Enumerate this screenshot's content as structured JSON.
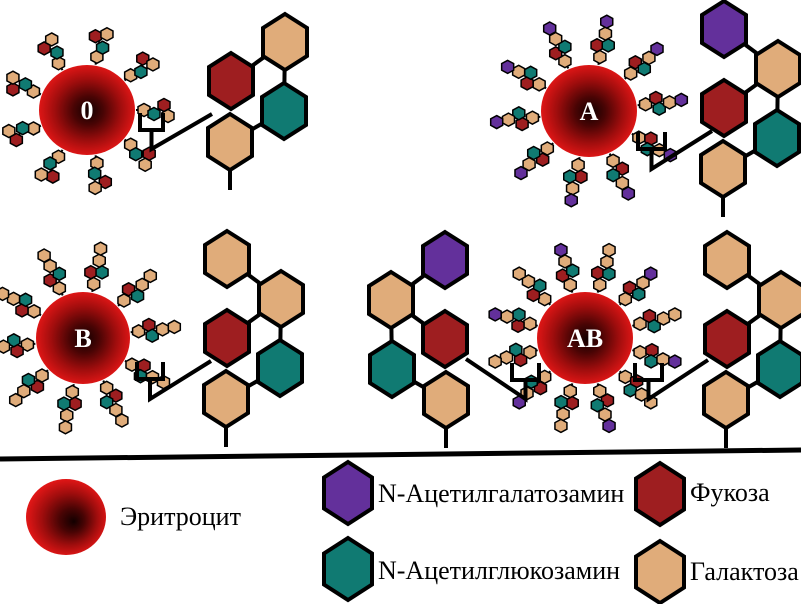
{
  "diagram": {
    "background": "#ffffff",
    "colors": {
      "outline": "#000000",
      "cell_label": "#ffffff",
      "erythrocyte_gradient": [
        "#120000",
        "#480404",
        "#9e0d0d",
        "#e01616",
        "#ec1f1f"
      ],
      "n_acetylgalactosamine": "#63309b",
      "n_acetylglucosamine": "#107a72",
      "fucose": "#9e1e20",
      "galactose": "#e0ac7a"
    },
    "chain_base_sequence": [
      "galactose",
      "fucose",
      "n_acetylglucosamine",
      "galactose"
    ],
    "blood_groups": [
      {
        "label": "0",
        "terminal_sugars": []
      },
      {
        "label": "A",
        "terminal_sugars": [
          "n_acetylgalactosamine"
        ]
      },
      {
        "label": "B",
        "terminal_sugars": [
          "galactose"
        ]
      },
      {
        "label": "AB",
        "terminal_sugars": [
          "n_acetylgalactosamine",
          "galactose"
        ]
      }
    ],
    "legend": {
      "erythrocyte_label": "Эритроцит",
      "items": [
        {
          "sugar": "n_acetylgalactosamine",
          "label": "N-Ацетилгалатозамин"
        },
        {
          "sugar": "n_acetylglucosamine",
          "label": "N-Ацетилглюкозамин"
        },
        {
          "sugar": "fucose",
          "label": "Фукоза"
        },
        {
          "sugar": "galactose",
          "label": "Галактоза"
        }
      ]
    }
  }
}
